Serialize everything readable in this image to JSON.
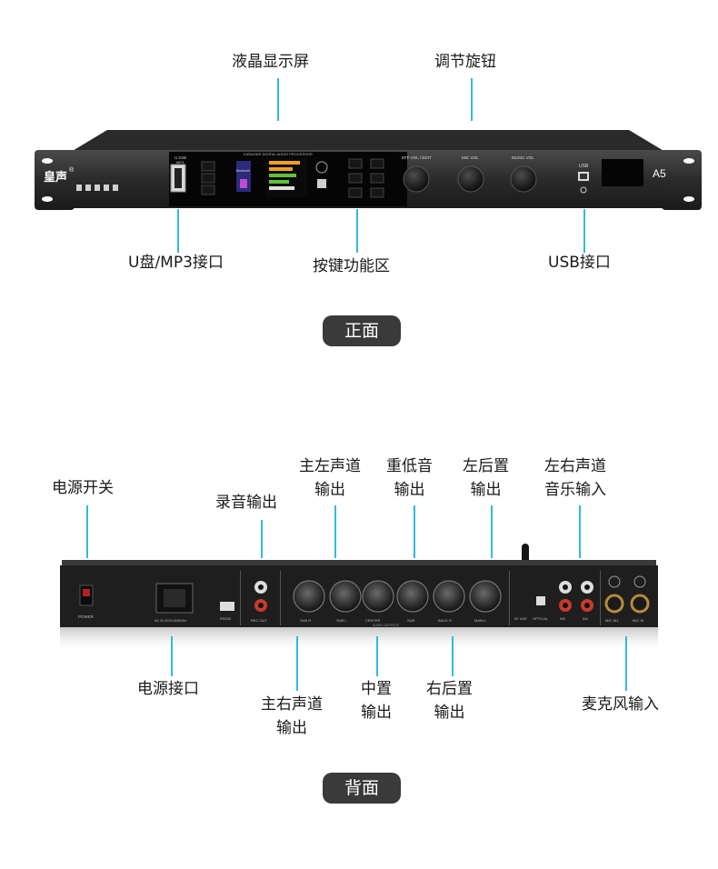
{
  "front": {
    "section_title": "正面",
    "callouts_top": [
      "液晶显示屏",
      "调节旋钮"
    ],
    "callouts_bottom": [
      "U盘/MP3接口",
      "按键功能区",
      "USB接口"
    ],
    "panel": {
      "brand": "皇声",
      "trademark": "®",
      "model": "A5",
      "processor_title": "KARAOKE DIGITAL AUDIO PROCESSOR",
      "usb_slot_label": "U Disk",
      "usb_slot_sub": "MP3",
      "bt_label": "Bluetooth",
      "knobs": [
        "EFF VOL / EDIT",
        "MIC VOL",
        "MUSIC VOL"
      ],
      "usb_port_label": "USB"
    }
  },
  "back": {
    "section_title": "背面",
    "callouts_top": [
      "电源开关",
      "录音输出",
      "主左声道\n输出",
      "重低音\n输出",
      "左后置\n输出",
      "左右声道\n音乐输入"
    ],
    "callouts_bottom": [
      "电源接口",
      "主右声道\n输出",
      "中置\n输出",
      "右后置\n输出",
      "麦克风输入"
    ],
    "panel": {
      "power_label": "POWER",
      "ac_label": "AC IN 220V-50/60Hz",
      "rs232_label": "RS232",
      "rec_label": "REC OUT",
      "xlr_labels": [
        "SUB R",
        "SUB L",
        "CENTER",
        "SUB",
        "BACK R",
        "MAIN L"
      ],
      "xlr_group_label": "AUDIO OUTPUTS",
      "bt_ant_label": "BT ANT",
      "optical_label": "OPTICAL",
      "in_labels": [
        "IN2",
        "IN1"
      ],
      "mic_labels": [
        "MIC IN1",
        "MIC IN"
      ]
    }
  }
}
